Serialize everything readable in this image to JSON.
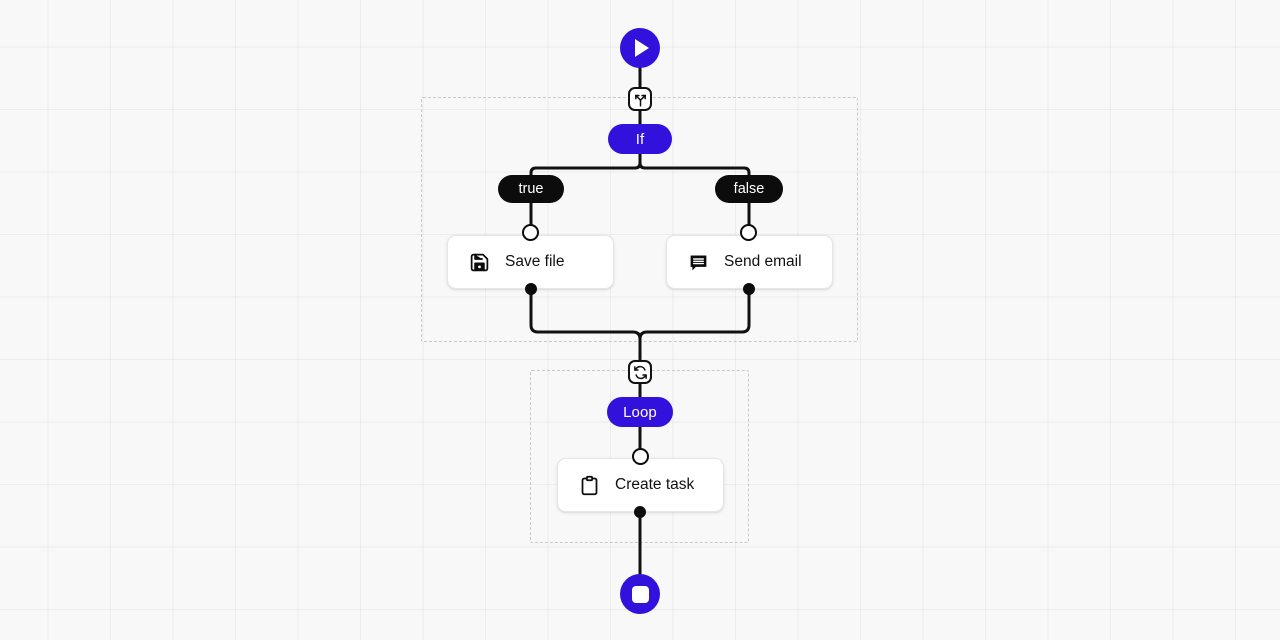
{
  "canvas": {
    "background_color": "#f8f8f8",
    "grid_color": "#ededed",
    "grid_size": 62
  },
  "theme": {
    "accent_blue": "#3311dd",
    "badge_black": "#0c0c0c",
    "card_white": "#ffffff",
    "group_border": "#c9c9c9",
    "edge_color": "#111111"
  },
  "nodes": {
    "start": {
      "name": "Start",
      "icon": "play-icon",
      "shape": "circle",
      "color": "#3311dd"
    },
    "branch_marker": {
      "icon": "split-branch-icon",
      "shape": "rounded-square-badge"
    },
    "if_node": {
      "label": "If",
      "shape": "pill",
      "color": "#3311dd"
    },
    "branch_true": {
      "label": "true",
      "shape": "pill",
      "color": "#0c0c0c"
    },
    "branch_false": {
      "label": "false",
      "shape": "pill",
      "color": "#0c0c0c"
    },
    "save_file": {
      "label": "Save file",
      "icon": "floppy-disk-save-icon",
      "shape": "card"
    },
    "send_email": {
      "label": "Send email",
      "icon": "message-bubble-icon",
      "shape": "card"
    },
    "loop_marker": {
      "icon": "refresh-loop-icon",
      "shape": "rounded-square-badge"
    },
    "loop_node": {
      "label": "Loop",
      "shape": "pill",
      "color": "#3311dd"
    },
    "create_task": {
      "label": "Create task",
      "icon": "clipboard-icon",
      "shape": "card"
    },
    "end": {
      "name": "End",
      "icon": "stop-icon",
      "shape": "circle",
      "color": "#3311dd"
    }
  },
  "groups": {
    "if_group": {
      "style": "dashed"
    },
    "loop_group": {
      "style": "dashed"
    }
  }
}
